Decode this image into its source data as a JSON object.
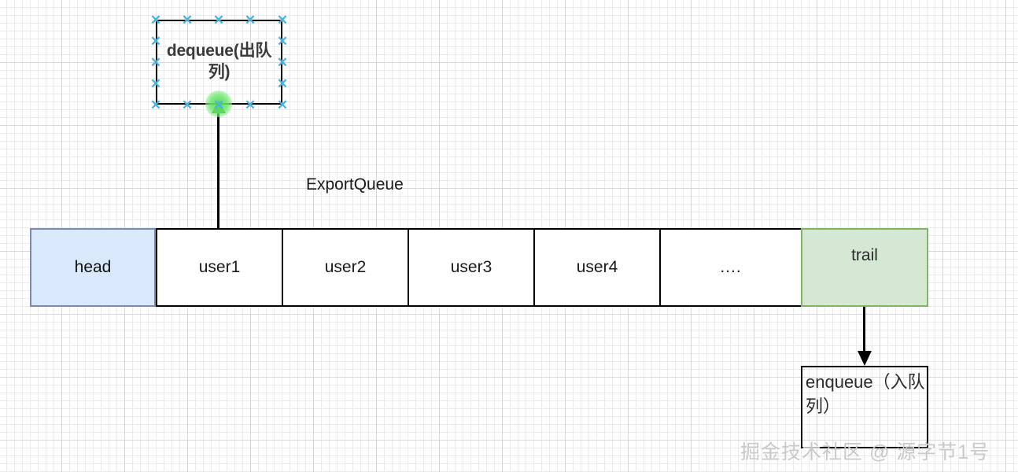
{
  "diagram": {
    "title_label": "ExportQueue",
    "dequeue_node": {
      "label": "dequeue(出队列)",
      "selected": true,
      "border_color": "#000000",
      "text_color": "#3a3a3a"
    },
    "connection_point": {
      "name": "green-connection-dot",
      "color": "#54db54"
    },
    "queue": {
      "cells": [
        {
          "label": "head",
          "fill": "#dae8fc",
          "border": "#7b8ab0",
          "role": "head-pointer"
        },
        {
          "label": "user1",
          "fill": "#ffffff",
          "border": "#000000",
          "role": "element"
        },
        {
          "label": "user2",
          "fill": "#ffffff",
          "border": "#000000",
          "role": "element"
        },
        {
          "label": "user3",
          "fill": "#ffffff",
          "border": "#000000",
          "role": "element"
        },
        {
          "label": "user4",
          "fill": "#ffffff",
          "border": "#000000",
          "role": "element"
        },
        {
          "label": "....",
          "fill": "#ffffff",
          "border": "#000000",
          "role": "ellipsis"
        },
        {
          "label": "trail",
          "fill": "#d5e8d4",
          "border": "#82b366",
          "role": "tail-pointer"
        }
      ]
    },
    "enqueue_node": {
      "label": "enqueue（入队列）",
      "border_color": "#000000",
      "text_color": "#2b2b2b"
    },
    "connectors": [
      {
        "name": "dequeue-arrow",
        "from": "queue-head-region",
        "to": "dequeue-node",
        "arrowhead_color": "#1f7a1f",
        "line_color": "#000000"
      },
      {
        "name": "enqueue-arrow",
        "from": "trail-cell",
        "to": "enqueue-node",
        "arrowhead_color": "#000000",
        "line_color": "#000000"
      }
    ],
    "watermark": "掘金技术社区 @ 源字节1号"
  }
}
